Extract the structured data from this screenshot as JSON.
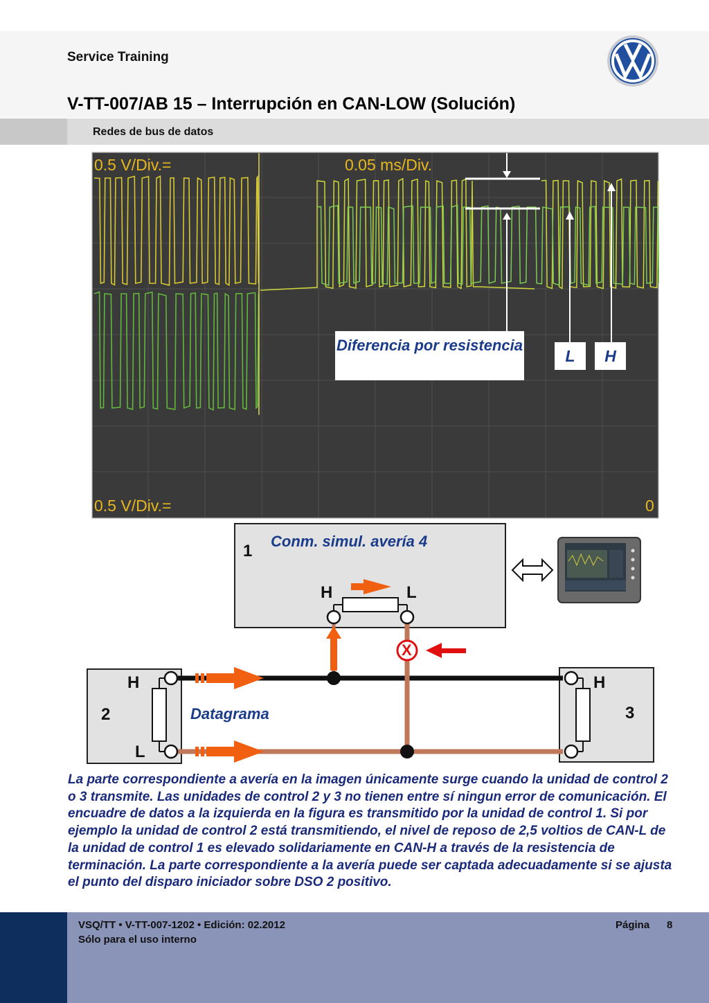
{
  "header": {
    "brand": "Service Training",
    "title": "V-TT-007/AB 15 – Interrupción en CAN-LOW (Solución)",
    "subtitle": "Redes de bus de datos"
  },
  "oscilloscope": {
    "ch1_scale": "0.5 V/Div.=",
    "timebase": "0.05 ms/Div.",
    "ch2_scale": "0.5 V/Div.=",
    "ch2_offset": "0",
    "callout_difference": "Diferencia por resistencia",
    "label_L": "L",
    "label_H": "H"
  },
  "diagram": {
    "unit1_number": "1",
    "unit1_title": "Conm. simul. avería 4",
    "unit1_H": "H",
    "unit1_L": "L",
    "fault_mark": "X",
    "unit2_number": "2",
    "unit2_H": "H",
    "unit2_L": "L",
    "datagram_label": "Datagrama",
    "unit3_number": "3",
    "unit3_H": "H"
  },
  "body_text": "La parte correspondiente a avería en la imagen únicamente surge cuando la unidad de control 2 o 3 transmite. Las unidades de control 2 y 3 no tienen entre sí ningun error de comunicación. El encuadre de datos a la izquierda en la figura es transmitido por la unidad de control 1. Si por ejemplo la unidad de control 2 está transmitiendo, el nivel de reposo de 2,5 voltios de CAN-L de la unidad de control 1 es elevado solidariamente en CAN-H a través de la resistencia de terminación. La parte correspondiente a la avería puede ser captada adecuadamente si se ajusta el punto del disparo iniciador sobre DSO 2 positivo.",
  "footer": {
    "line1": "VSQ/TT • V-TT-007-1202 • Edición: 02.2012",
    "line2": "Sólo para el uso interno",
    "page_label": "Página",
    "page_number": "8"
  },
  "colors": {
    "scope_bg": "#3a3a3a",
    "trace_yellow": "#d8c830",
    "trace_green": "#70c040",
    "can_h_wire": "#111111",
    "can_l_wire": "#c0785a",
    "arrow_orange": "#f06010",
    "fault_red": "#e01010",
    "text_blue": "#1a2a7a",
    "footer_blue": "#8a94b8"
  }
}
